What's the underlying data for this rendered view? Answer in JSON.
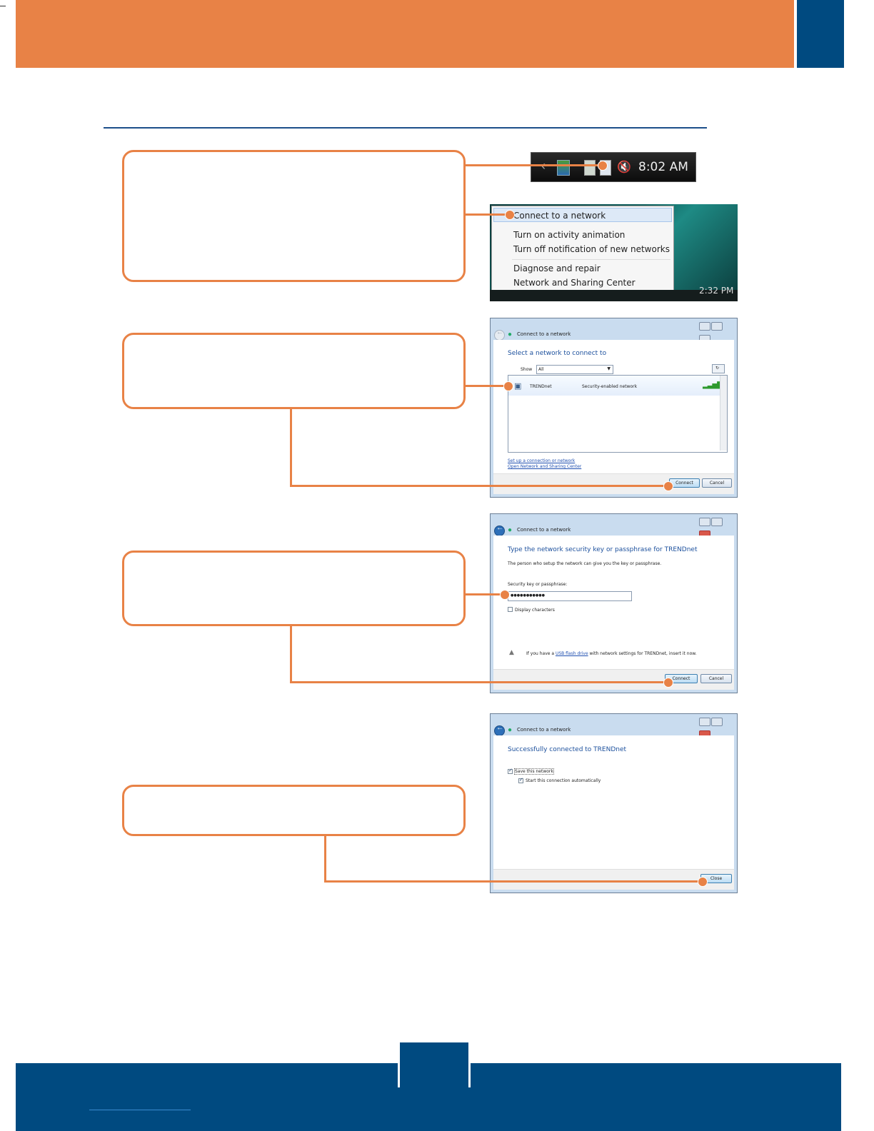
{
  "taskbar": {
    "time": "8:02 AM"
  },
  "context_menu": {
    "items": [
      "Connect to a network",
      "Turn on activity animation",
      "Turn off notification of new networks",
      "Diagnose and repair",
      "Network and Sharing Center"
    ],
    "tray_time": "2:32 PM"
  },
  "select_dialog": {
    "caption": "Connect to a network",
    "heading": "Select a network to connect to",
    "show_label": "Show",
    "show_value": "All",
    "network": {
      "name": "TRENDnet",
      "security": "Security-enabled network"
    },
    "links": [
      "Set up a connection or network",
      "Open Network and Sharing Center"
    ],
    "connect": "Connect",
    "cancel": "Cancel"
  },
  "key_dialog": {
    "caption": "Connect to a network",
    "heading": "Type the network security key or passphrase for TRENDnet",
    "subtext": "The person who setup the network can give you the key or passphrase.",
    "field_label": "Security key or passphrase:",
    "field_value": "●●●●●●●●●●●",
    "display_chars": "Display characters",
    "usb_pre": "If you have a ",
    "usb_link": "USB flash drive",
    "usb_post": " with network settings for TRENDnet, insert it now.",
    "connect": "Connect",
    "cancel": "Cancel"
  },
  "done_dialog": {
    "caption": "Connect to a network",
    "heading": "Successfully connected to TRENDnet",
    "save_network": "Save this network",
    "start_auto": "Start this connection automatically",
    "close": "Close"
  }
}
